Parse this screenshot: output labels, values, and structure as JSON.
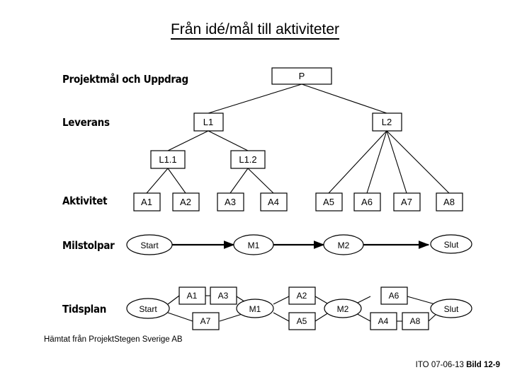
{
  "slide": {
    "title": "Från idé/mål till aktiviteter",
    "footer_note": "Hämtat från ProjektStegen Sverige AB",
    "corner_code": "ITO  07-06-13",
    "corner_slide": "Bild 12-9",
    "background_color": "#ffffff",
    "line_color": "#000000"
  },
  "row_labels": [
    {
      "key": "projektmal",
      "label": "Projektmål och Uppdrag"
    },
    {
      "key": "leverans",
      "label": "Leverans"
    },
    {
      "key": "aktivitet",
      "label": "Aktivitet"
    },
    {
      "key": "milstolpar",
      "label": "Milstolpar"
    },
    {
      "key": "tidsplan",
      "label": "Tidsplan"
    }
  ],
  "wbs": {
    "root": {
      "id": "P",
      "label": "P"
    },
    "level1": [
      {
        "id": "L1",
        "label": "L1"
      },
      {
        "id": "L2",
        "label": "L2"
      }
    ],
    "level2": [
      {
        "id": "L1.1",
        "label": "L1.1"
      },
      {
        "id": "L1.2",
        "label": "L1.2"
      }
    ],
    "activities": [
      {
        "id": "A1",
        "label": "A1"
      },
      {
        "id": "A2",
        "label": "A2"
      },
      {
        "id": "A3",
        "label": "A3"
      },
      {
        "id": "A4",
        "label": "A4"
      },
      {
        "id": "A5",
        "label": "A5"
      },
      {
        "id": "A6",
        "label": "A6"
      },
      {
        "id": "A7",
        "label": "A7"
      },
      {
        "id": "A8",
        "label": "A8"
      }
    ],
    "edges": [
      [
        "P",
        "L1"
      ],
      [
        "P",
        "L2"
      ],
      [
        "L1",
        "L1.1"
      ],
      [
        "L1",
        "L1.2"
      ],
      [
        "L1.1",
        "A1"
      ],
      [
        "L1.1",
        "A2"
      ],
      [
        "L1.2",
        "A3"
      ],
      [
        "L1.2",
        "A4"
      ],
      [
        "L2",
        "A5"
      ],
      [
        "L2",
        "A6"
      ],
      [
        "L2",
        "A7"
      ],
      [
        "L2",
        "A8"
      ]
    ]
  },
  "milestones": {
    "nodes": [
      {
        "id": "MS-start",
        "label": "Start"
      },
      {
        "id": "MS-M1",
        "label": "M1"
      },
      {
        "id": "MS-M2",
        "label": "M2"
      },
      {
        "id": "MS-slut",
        "label": "Slut"
      }
    ],
    "edges": [
      [
        "MS-start",
        "MS-M1"
      ],
      [
        "MS-M1",
        "MS-M2"
      ],
      [
        "MS-M2",
        "MS-slut"
      ]
    ]
  },
  "schedule": {
    "nodes": [
      {
        "id": "TS-start",
        "label": "Start",
        "shape": "ellipse"
      },
      {
        "id": "TS-A1",
        "label": "A1",
        "shape": "box"
      },
      {
        "id": "TS-A3",
        "label": "A3",
        "shape": "box"
      },
      {
        "id": "TS-A7",
        "label": "A7",
        "shape": "box"
      },
      {
        "id": "TS-M1",
        "label": "M1",
        "shape": "ellipse"
      },
      {
        "id": "TS-A2",
        "label": "A2",
        "shape": "box"
      },
      {
        "id": "TS-A5",
        "label": "A5",
        "shape": "box"
      },
      {
        "id": "TS-M2",
        "label": "M2",
        "shape": "ellipse"
      },
      {
        "id": "TS-A6",
        "label": "A6",
        "shape": "box"
      },
      {
        "id": "TS-A4",
        "label": "A4",
        "shape": "box"
      },
      {
        "id": "TS-A8",
        "label": "A8",
        "shape": "box"
      },
      {
        "id": "TS-slut",
        "label": "Slut",
        "shape": "ellipse"
      }
    ],
    "edges": [
      [
        "TS-start",
        "TS-A1"
      ],
      [
        "TS-A1",
        "TS-A3"
      ],
      [
        "TS-A3",
        "TS-M1"
      ],
      [
        "TS-start",
        "TS-A7"
      ],
      [
        "TS-A7",
        "TS-M1"
      ],
      [
        "TS-M1",
        "TS-A2"
      ],
      [
        "TS-M1",
        "TS-A5"
      ],
      [
        "TS-A2",
        "TS-M2"
      ],
      [
        "TS-A5",
        "TS-M2"
      ],
      [
        "TS-M2",
        "TS-A6"
      ],
      [
        "TS-M2",
        "TS-A4"
      ],
      [
        "TS-A4",
        "TS-A8"
      ],
      [
        "TS-A6",
        "TS-slut"
      ],
      [
        "TS-A8",
        "TS-slut"
      ]
    ]
  }
}
